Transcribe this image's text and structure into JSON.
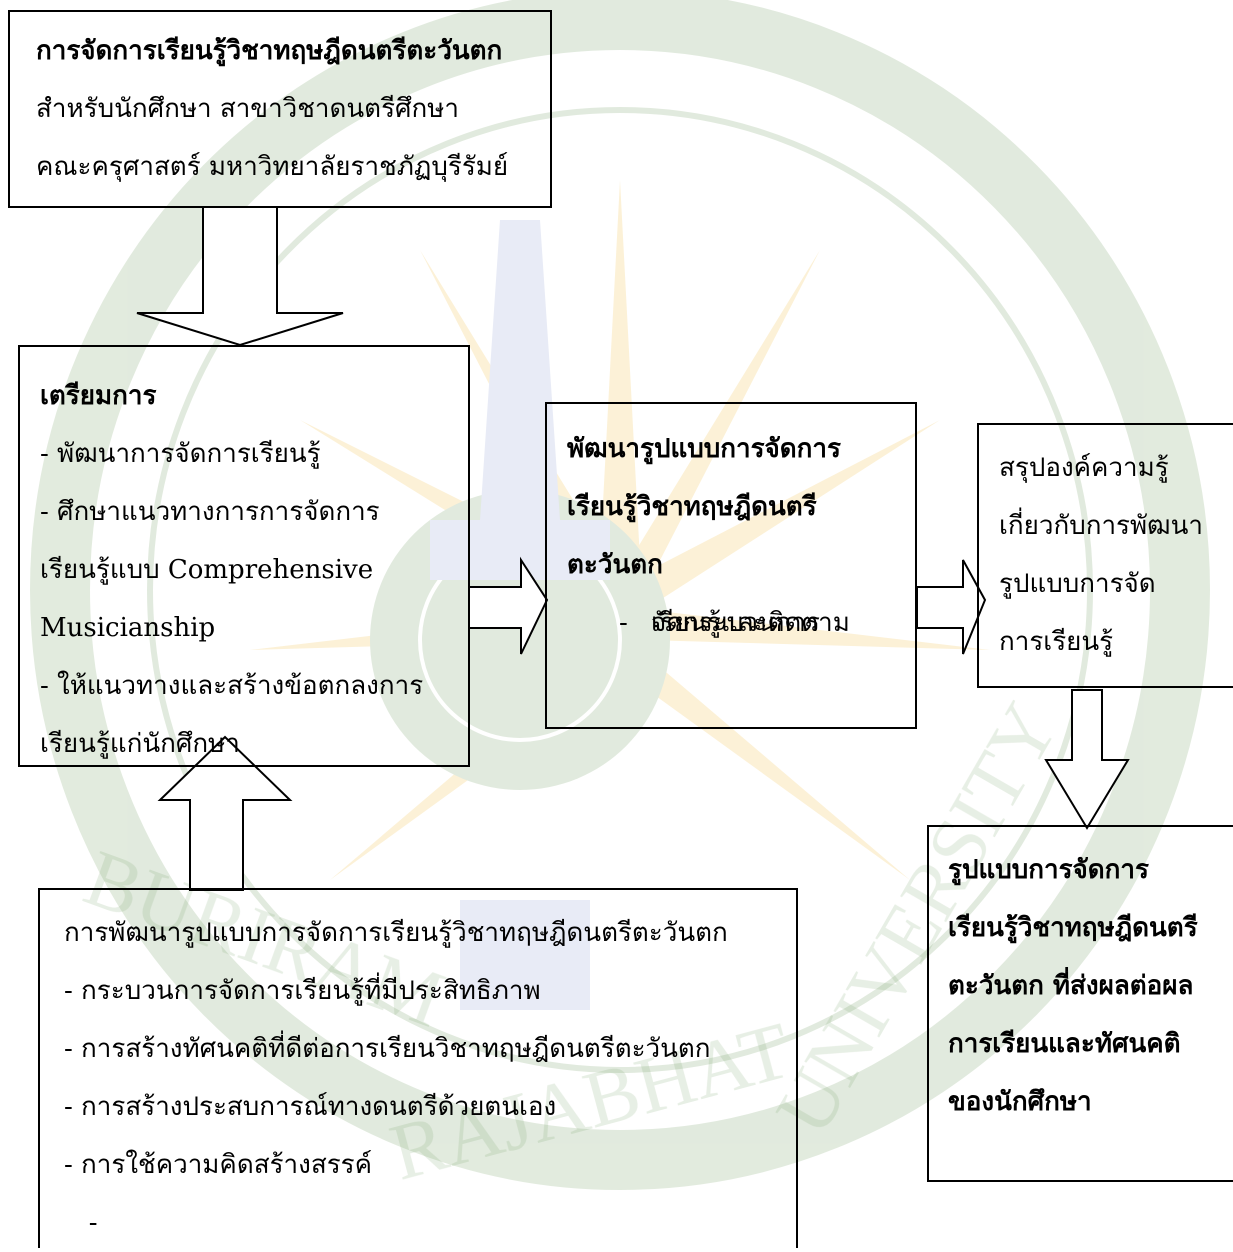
{
  "colors": {
    "border": "#000000",
    "watermark_green": "#7aa36b",
    "watermark_gold": "#f2c14e",
    "watermark_blue": "#9aa6d8"
  },
  "box_top": {
    "title": "การจัดการเรียนรู้วิชาทฤษฎีดนตรีตะวันตก",
    "line1": "สำหรับนักศึกษา สาขาวิชาดนตรีศึกษา",
    "line2": "คณะครุศาสตร์ มหาวิทยาลัยราชภัฏบุรีรัมย์"
  },
  "box_prepare": {
    "title": "เตรียมการ",
    "lines": [
      " - พัฒนาการจัดการเรียนรู้",
      " - ศึกษาแนวทางการการจัดการ",
      "เรียนรู้แบบ Comprehensive",
      "Musicianship",
      "- ให้แนวทางและสร้างข้อตกลงการ",
      "เรียนรู้แก่นักศึกษา"
    ]
  },
  "box_develop": {
    "title_lines": [
      "พัฒนารูปแบบการจัดการ",
      "เรียนรู้วิชาทฤษฎีดนตรี",
      "ตะวันตก"
    ],
    "item_dash": "-",
    "item_lines": [
      "จัดกระบวนการ",
      "เรียนรู้และติดตาม"
    ]
  },
  "box_summary": {
    "lines": [
      "สรุปองค์ความรู้",
      "เกี่ยวกับการพัฒนา",
      "รูปแบบการจัด",
      "การเรียนรู้"
    ]
  },
  "box_model": {
    "lines": [
      "รูปแบบการจัดการ",
      "เรียนรู้วิชาทฤษฎีดนตรี",
      "ตะวันตก ที่ส่งผลต่อผล",
      "การเรียนและทัศนคติ",
      "ของนักศึกษา"
    ]
  },
  "box_bottom": {
    "title": "การพัฒนารูปแบบการจัดการเรียนรู้วิชาทฤษฎีดนตรีตะวันตก",
    "lines": [
      "-  กระบวนการจัดการเรียนรู้ที่มีประสิทธิภาพ",
      "- การสร้างทัศนคติที่ดีต่อการเรียนวิชาทฤษฎีดนตรีตะวันตก",
      "- การสร้างประสบการณ์ทางดนตรีด้วยตนเอง",
      "- การใช้ความคิดสร้างสรรค์",
      "   -"
    ]
  },
  "watermark": {
    "text_left": "BURIRAM",
    "text_bottom": "RAJABHAT",
    "text_right": "UNIVERSITY"
  }
}
